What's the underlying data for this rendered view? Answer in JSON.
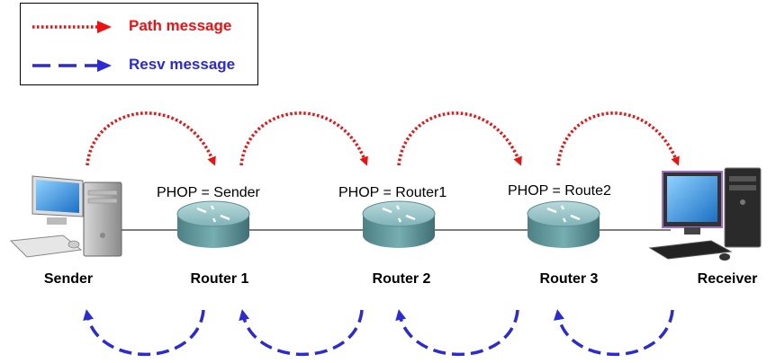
{
  "legend": {
    "path_label": "Path message",
    "resv_label": "Resv message",
    "path_color": "#ee1111",
    "resv_color": "#2a2ad6"
  },
  "nodes": [
    {
      "label": "Sender",
      "type": "computer"
    },
    {
      "label": "Router 1",
      "type": "router"
    },
    {
      "label": "Router 2",
      "type": "router"
    },
    {
      "label": "Router 3",
      "type": "router"
    },
    {
      "label": "Receiver",
      "type": "computer"
    }
  ],
  "phop_labels": [
    "PHOP = Sender",
    "PHOP = Router1",
    "PHOP = Route2"
  ]
}
